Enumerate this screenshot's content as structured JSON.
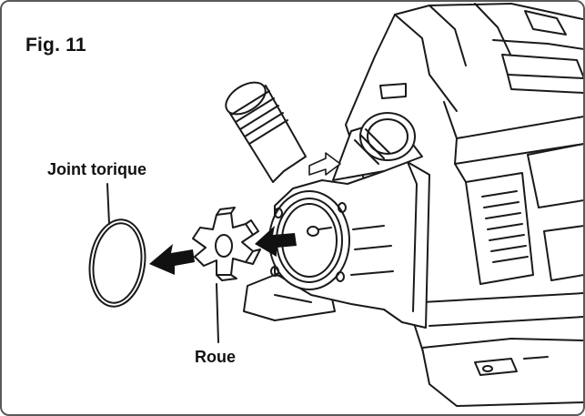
{
  "figure": {
    "title": "Fig. 11"
  },
  "callouts": {
    "oring_label": "Joint torique",
    "impeller_label": "Roue"
  },
  "colors": {
    "ink": "#1a1a1a",
    "frame": "#5a5a5a",
    "background": "#ffffff"
  }
}
